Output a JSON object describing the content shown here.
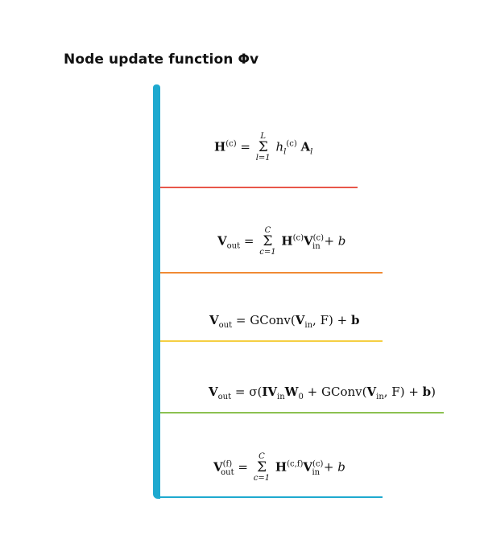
{
  "title": "Node update function Φv",
  "colors": {
    "spine": "#1ea9cf",
    "line1": "#e8574a",
    "line2": "#f08a34",
    "line3": "#f5cf43",
    "line4": "#8cc151",
    "line5": "#1ea9cf"
  },
  "formulas": [
    {
      "lhs": "H",
      "lhs_sup": "(c)",
      "eq": "=",
      "sum_top": "L",
      "sum_bot": "l=1",
      "rhs_a": "h",
      "rhs_a_sub": "l",
      "rhs_a_sup": "(c)",
      "rhs_b": "A",
      "rhs_b_sub": "l"
    },
    {
      "lhs": "V",
      "lhs_sub": "out",
      "eq": "=",
      "sum_top": "C",
      "sum_bot": "c=1",
      "rhs_a": "H",
      "rhs_a_sup": "(c)",
      "rhs_b": "V",
      "rhs_b_sub": "in",
      "rhs_b_sup": "(c)",
      "tail": "+ b"
    },
    {
      "lhs": "V",
      "lhs_sub": "out",
      "eq": "=",
      "fn": "GConv(",
      "arg": "V",
      "arg_sub": "in",
      "rest": ", F) + ",
      "bias": "b"
    },
    {
      "lhs": "V",
      "lhs_sub": "out",
      "eq": "=",
      "sigma": "σ(",
      "iv": "IV",
      "iv_sub": "in",
      "w": "W",
      "w_sub": "0",
      "plus": " + GConv(",
      "arg": "V",
      "arg_sub": "in",
      "rest": ", F) + ",
      "bias": "b",
      "close": ")"
    },
    {
      "lhs": "V",
      "lhs_sub": "out",
      "lhs_sup": "(f)",
      "eq": "=",
      "sum_top": "C",
      "sum_bot": "c=1",
      "rhs_a": "H",
      "rhs_a_sup": "(c,f)",
      "rhs_b": "V",
      "rhs_b_sub": "in",
      "rhs_b_sup": "(c)",
      "tail": "+ b"
    }
  ]
}
